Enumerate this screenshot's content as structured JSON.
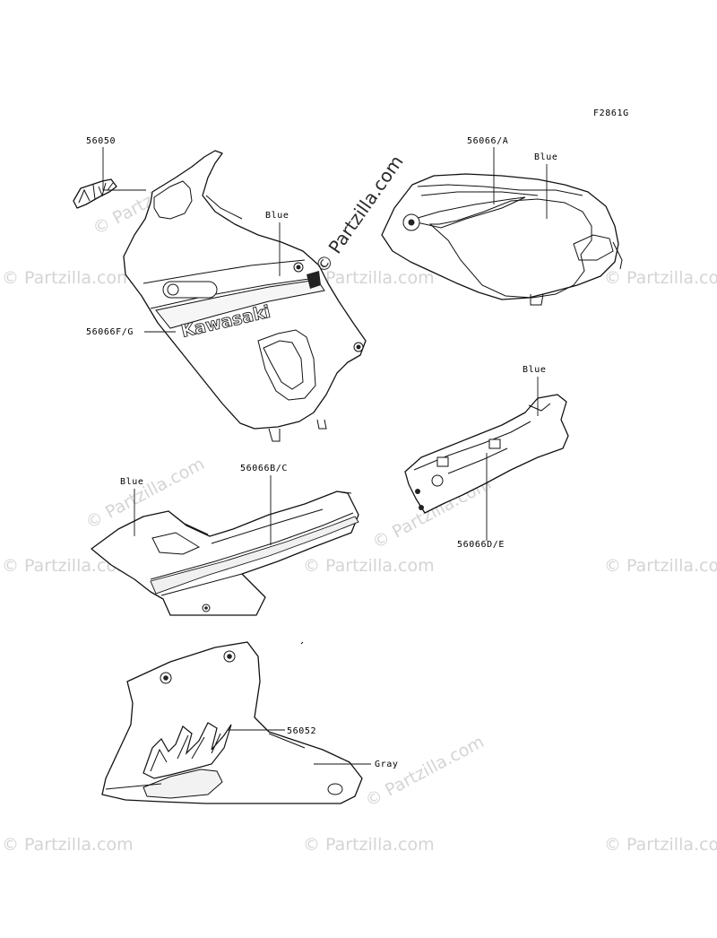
{
  "figure_code": "F2861G",
  "watermark": {
    "corner_text": "© Partzilla.com",
    "center_text": "© Partzilla.com"
  },
  "decal_text": {
    "brand": "Kawasaki"
  },
  "callouts": {
    "56050": "56050",
    "56066A": "56066/A",
    "blue_tank": "Blue",
    "blue_fairing": "Blue",
    "56066FG": "56066F/G",
    "blue_tail": "Blue",
    "56066BC": "56066B/C",
    "blue_side": "Blue",
    "56066DE": "56066D/E",
    "56052": "56052",
    "gray": "Gray"
  }
}
